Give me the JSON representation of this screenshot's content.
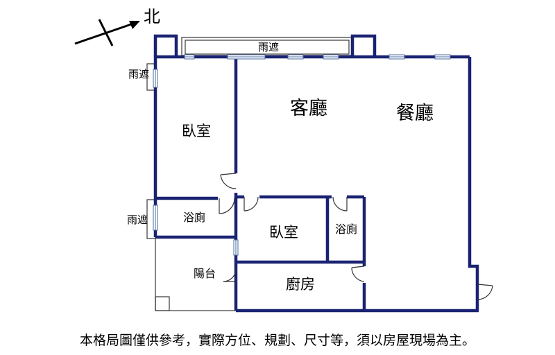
{
  "compass": {
    "label": "北"
  },
  "rooms": {
    "living_room": "客廳",
    "dining_room": "餐廳",
    "bedroom_1": "臥室",
    "bedroom_2": "臥室",
    "bathroom_1": "浴廁",
    "bathroom_2": "浴廁",
    "kitchen": "廚房",
    "balcony": "陽台"
  },
  "awnings": {
    "top": "雨遮",
    "left_upper": "雨遮",
    "left_lower": "雨遮"
  },
  "colors": {
    "wall": "#1a2272",
    "window": "#4a6aa0"
  },
  "disclaimer": "本格局圖僅供參考，實際方位、規劃、尺寸等，須以房屋現場為主。"
}
